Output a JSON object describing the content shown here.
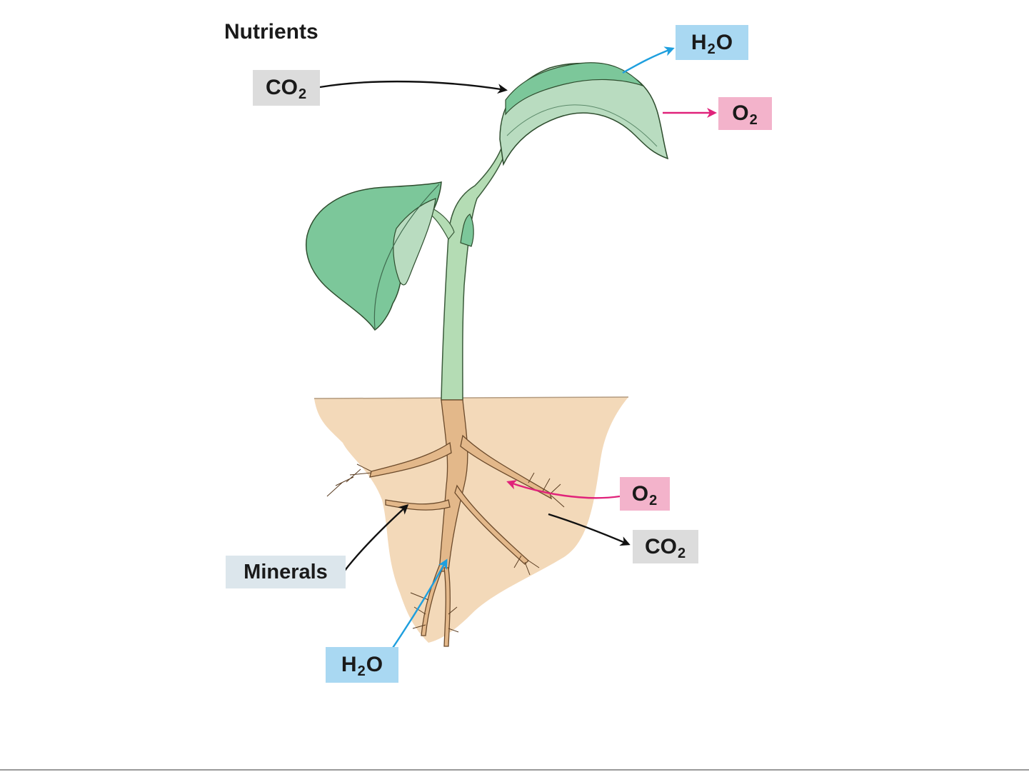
{
  "title": "Nutrients",
  "colors": {
    "h2o_box": "#a9d8f2",
    "o2_box": "#f3b3cb",
    "co2_box": "#dcdcdc",
    "minerals_box": "#dce6ec",
    "h2o_arrow": "#1e9fde",
    "o2_arrow": "#e0227a",
    "black_arrow": "#111111",
    "leaf": "#7cc79a",
    "leaf_light": "#b9dcc0",
    "stem": "#b4dcb4",
    "soil": "#f3d9b9",
    "root": "#e3b88a"
  },
  "labels": {
    "co2_leaf": {
      "main": "CO",
      "sub": "2"
    },
    "h2o_leaf": {
      "main": "H",
      "sub": "2",
      "tail": "O"
    },
    "o2_leaf": {
      "main": "O",
      "sub": "2"
    },
    "o2_root": {
      "main": "O",
      "sub": "2"
    },
    "co2_root": {
      "main": "CO",
      "sub": "2"
    },
    "minerals": "Minerals",
    "h2o_root": {
      "main": "H",
      "sub": "2",
      "tail": "O"
    }
  }
}
